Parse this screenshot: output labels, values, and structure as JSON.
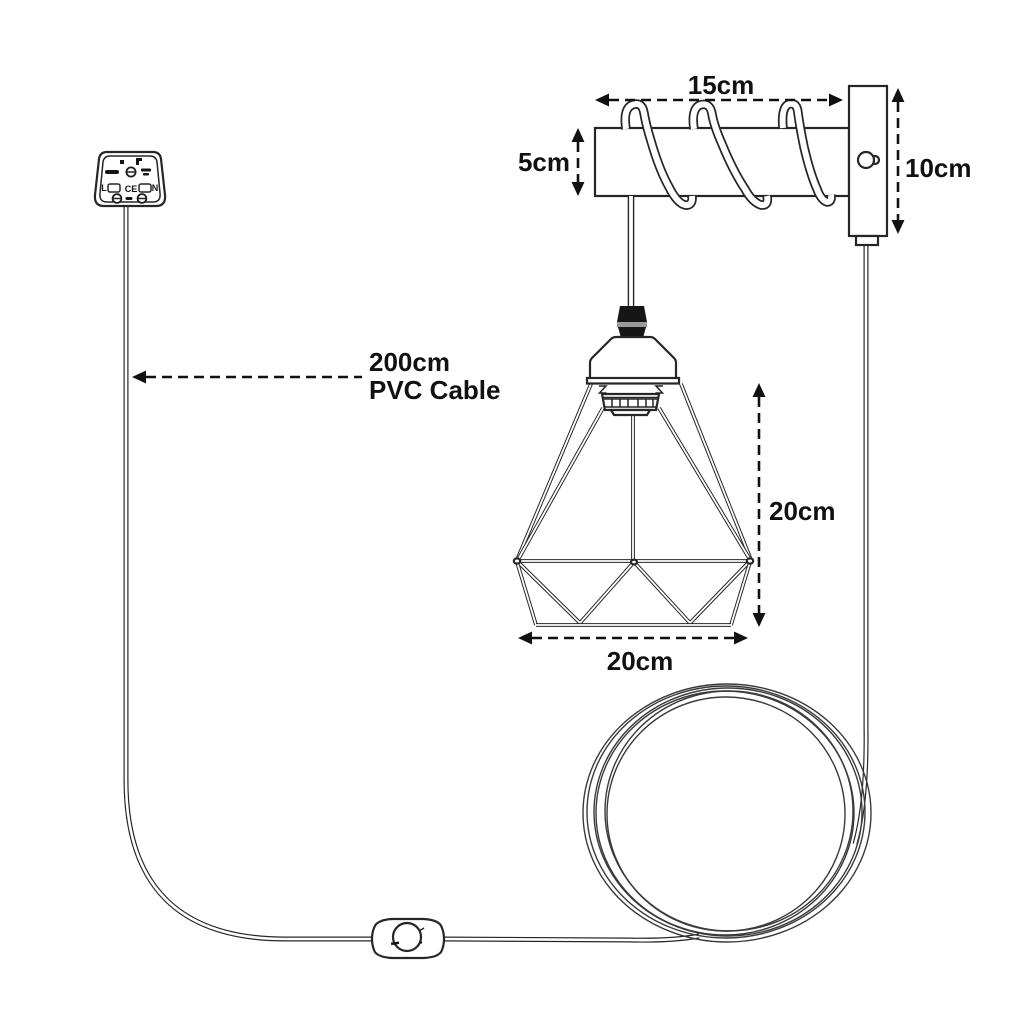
{
  "labels": {
    "bracket_arm_length": "15cm",
    "bracket_arm_height": "5cm",
    "backplate_height": "10cm",
    "cable_length": "200cm",
    "cable_type": "PVC Cable",
    "shade_height": "20cm",
    "shade_width": "20cm"
  },
  "plug_markings": {
    "live": "L",
    "ce": "CE",
    "neutral": "N"
  },
  "colors": {
    "line": "#262626",
    "text": "#111111",
    "grip_black": "#161616",
    "grip_band": "#9a9a9a",
    "background": "#ffffff"
  }
}
